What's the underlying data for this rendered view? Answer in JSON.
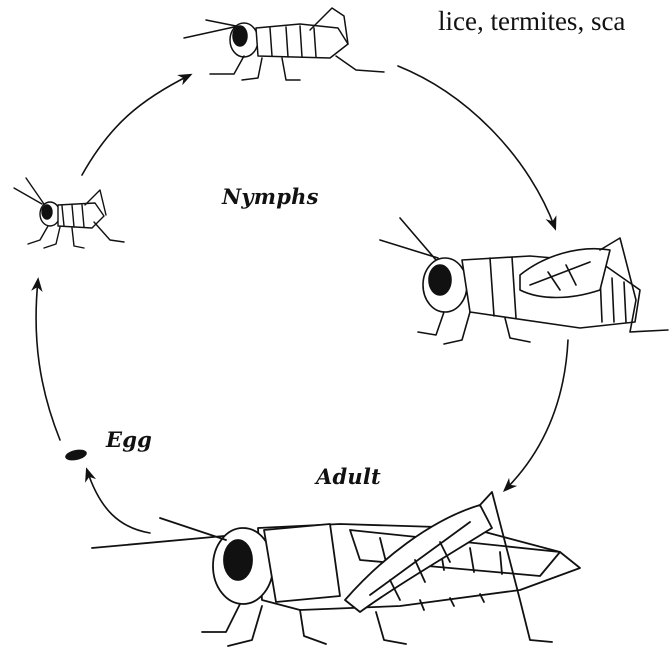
{
  "header_text": "lice, termites, sca",
  "labels": {
    "nymphs": "Nymphs",
    "egg": "Egg",
    "adult": "Adult"
  },
  "stages": [
    {
      "name": "egg-icon"
    },
    {
      "name": "small-nymph-icon"
    },
    {
      "name": "medium-nymph-icon"
    },
    {
      "name": "large-nymph-icon"
    },
    {
      "name": "adult-grasshopper-icon"
    }
  ],
  "colors": {
    "ink": "#111111",
    "background": "#ffffff"
  }
}
